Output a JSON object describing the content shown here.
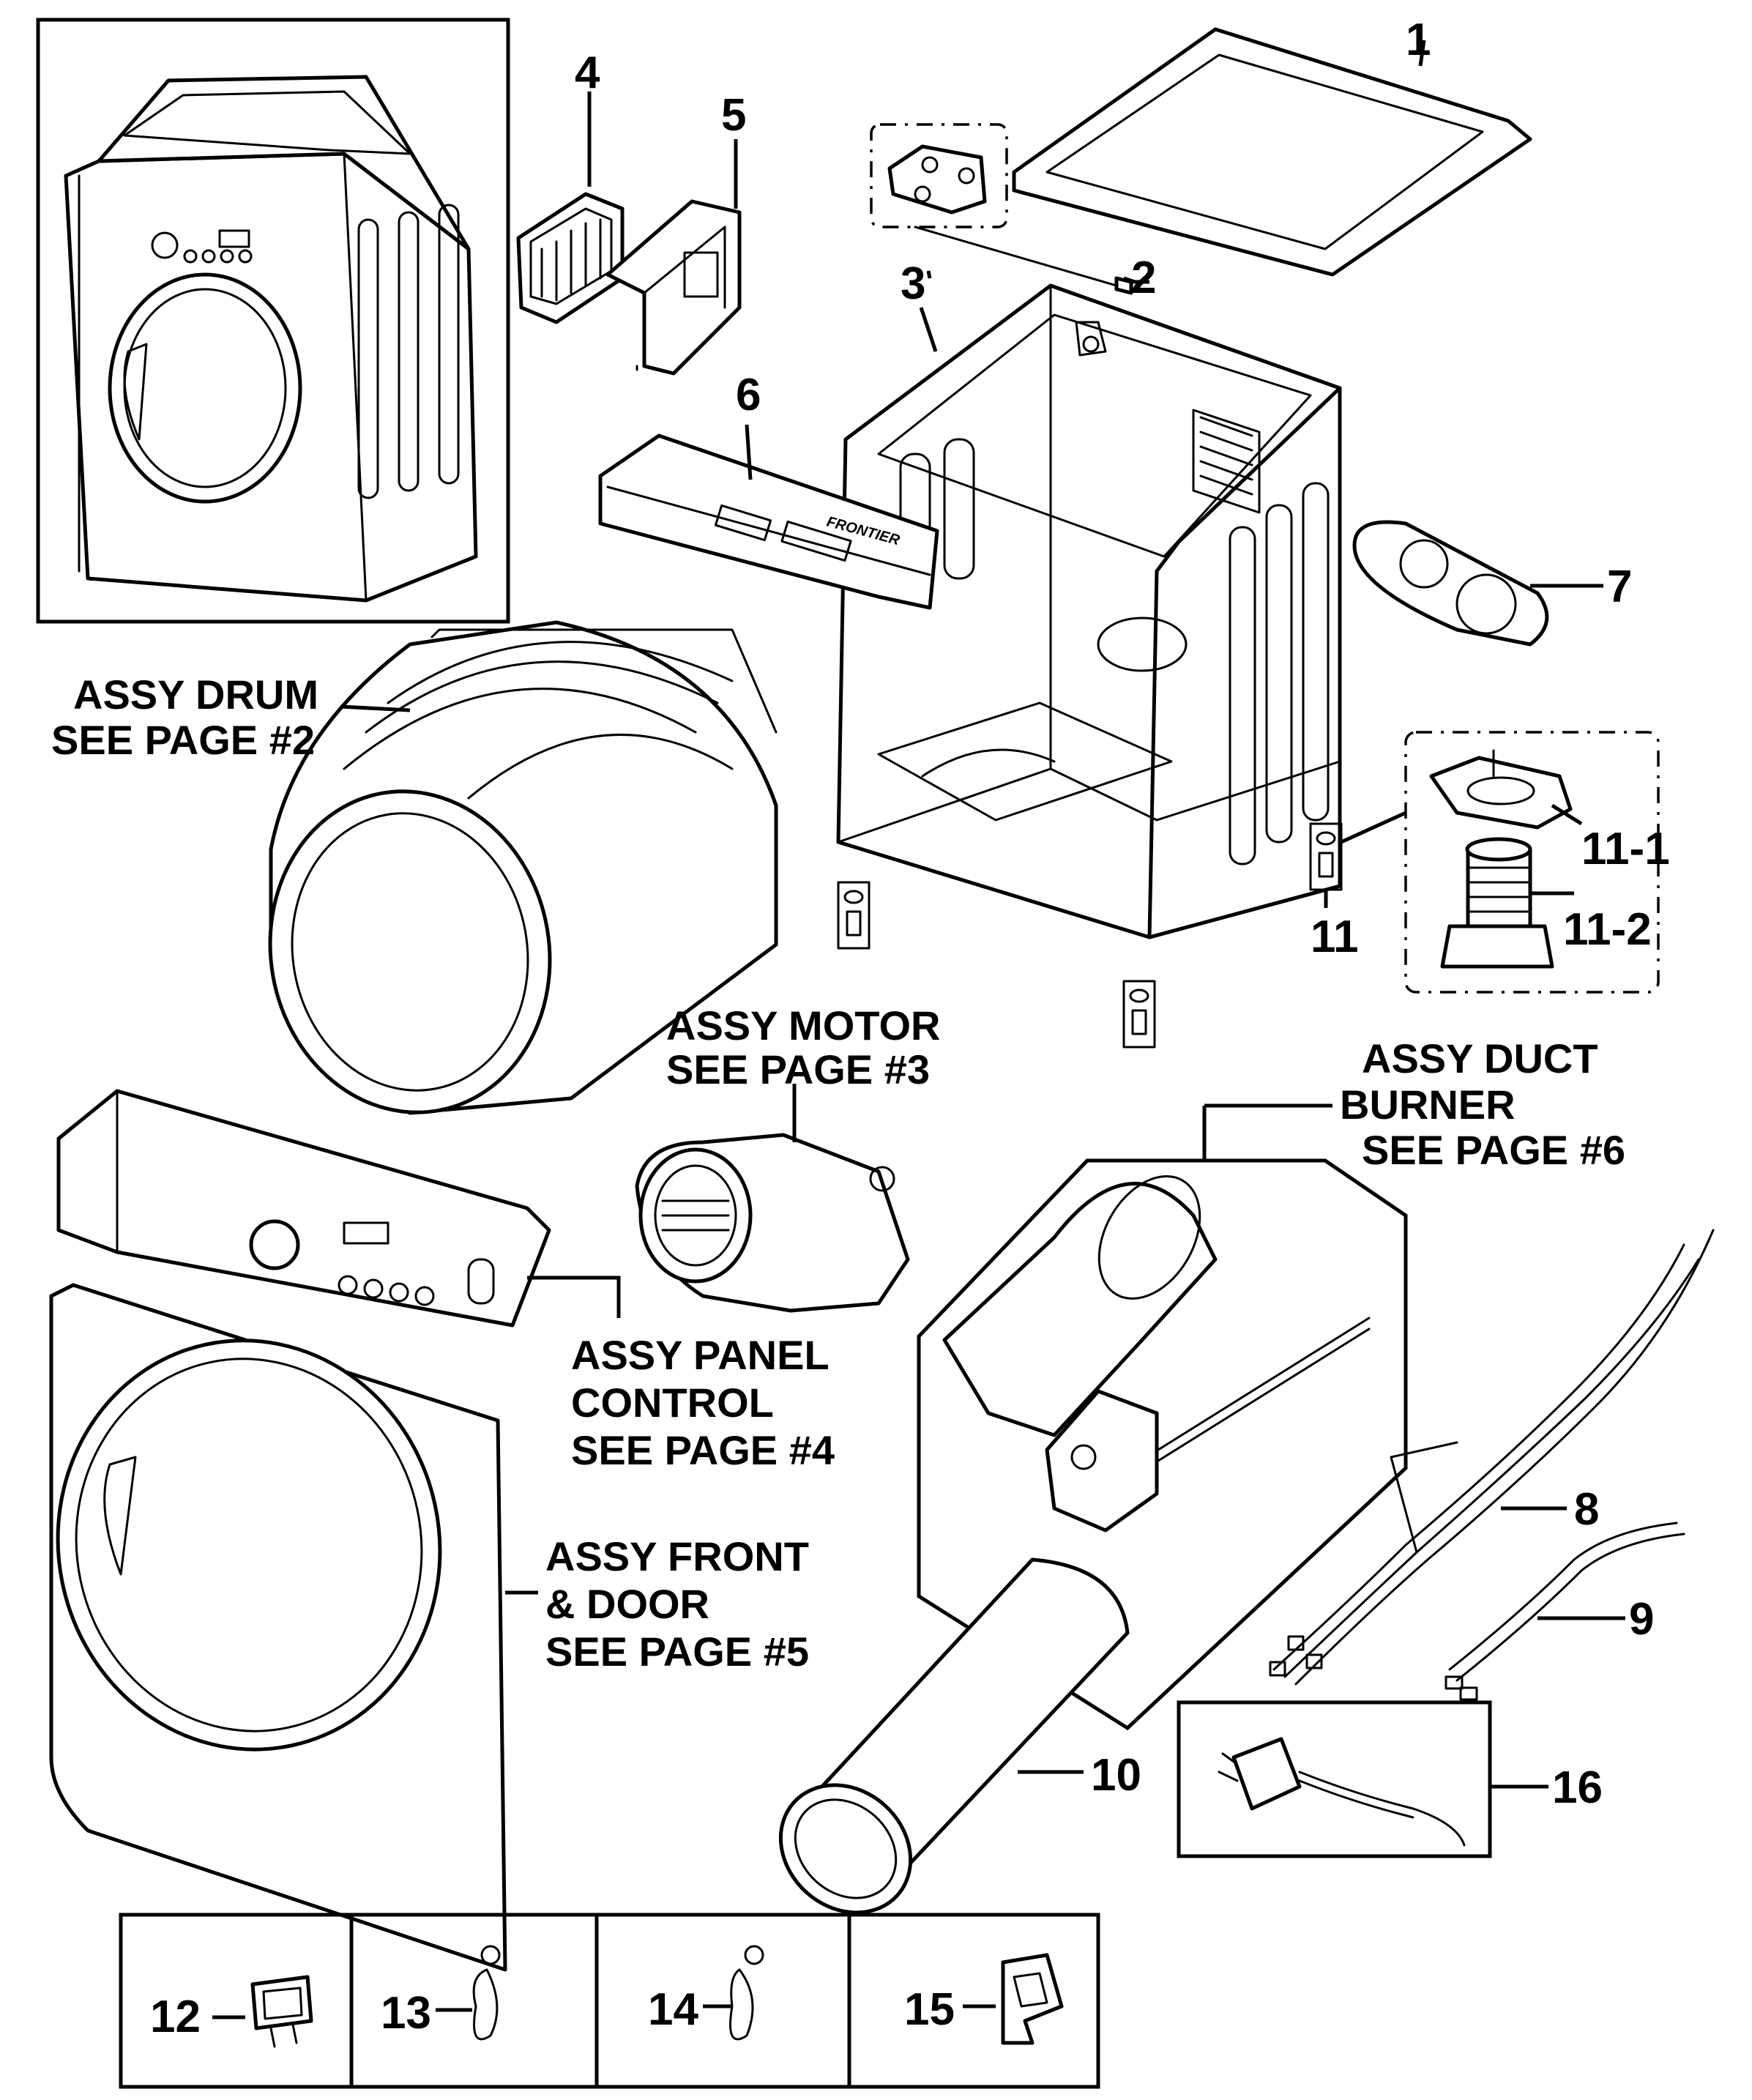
{
  "callouts": {
    "c1": "1",
    "c2": "2",
    "c3": "3",
    "c4": "4",
    "c5": "5",
    "c6": "6",
    "c7": "7",
    "c8": "8",
    "c9": "9",
    "c10": "10",
    "c11": "11",
    "c11_1": "11-1",
    "c11_2": "11-2",
    "c12": "12",
    "c13": "13",
    "c14": "14",
    "c15": "15",
    "c16": "16"
  },
  "assemblies": {
    "drum": [
      "ASSY DRUM",
      "SEE PAGE #2"
    ],
    "motor": [
      "ASSY MOTOR",
      "SEE PAGE #3"
    ],
    "duct": [
      "ASSY DUCT",
      "BURNER",
      "SEE PAGE #6"
    ],
    "panel": [
      "ASSY PANEL",
      "CONTROL",
      "SEE PAGE #4"
    ],
    "front": [
      "ASSY FRONT",
      "& DOOR",
      "SEE PAGE #5"
    ]
  },
  "cabinet_brand": "FRONTIER",
  "icons": [
    "dryer-overview-icon",
    "top-cover-icon",
    "cabinet-icon",
    "drum-icon",
    "motor-icon",
    "burner-icon",
    "control-panel-icon",
    "front-door-icon",
    "exhaust-duct-icon",
    "power-cord-icon",
    "leveling-foot-icon",
    "wire-harness-icon",
    "clamp-icon"
  ]
}
